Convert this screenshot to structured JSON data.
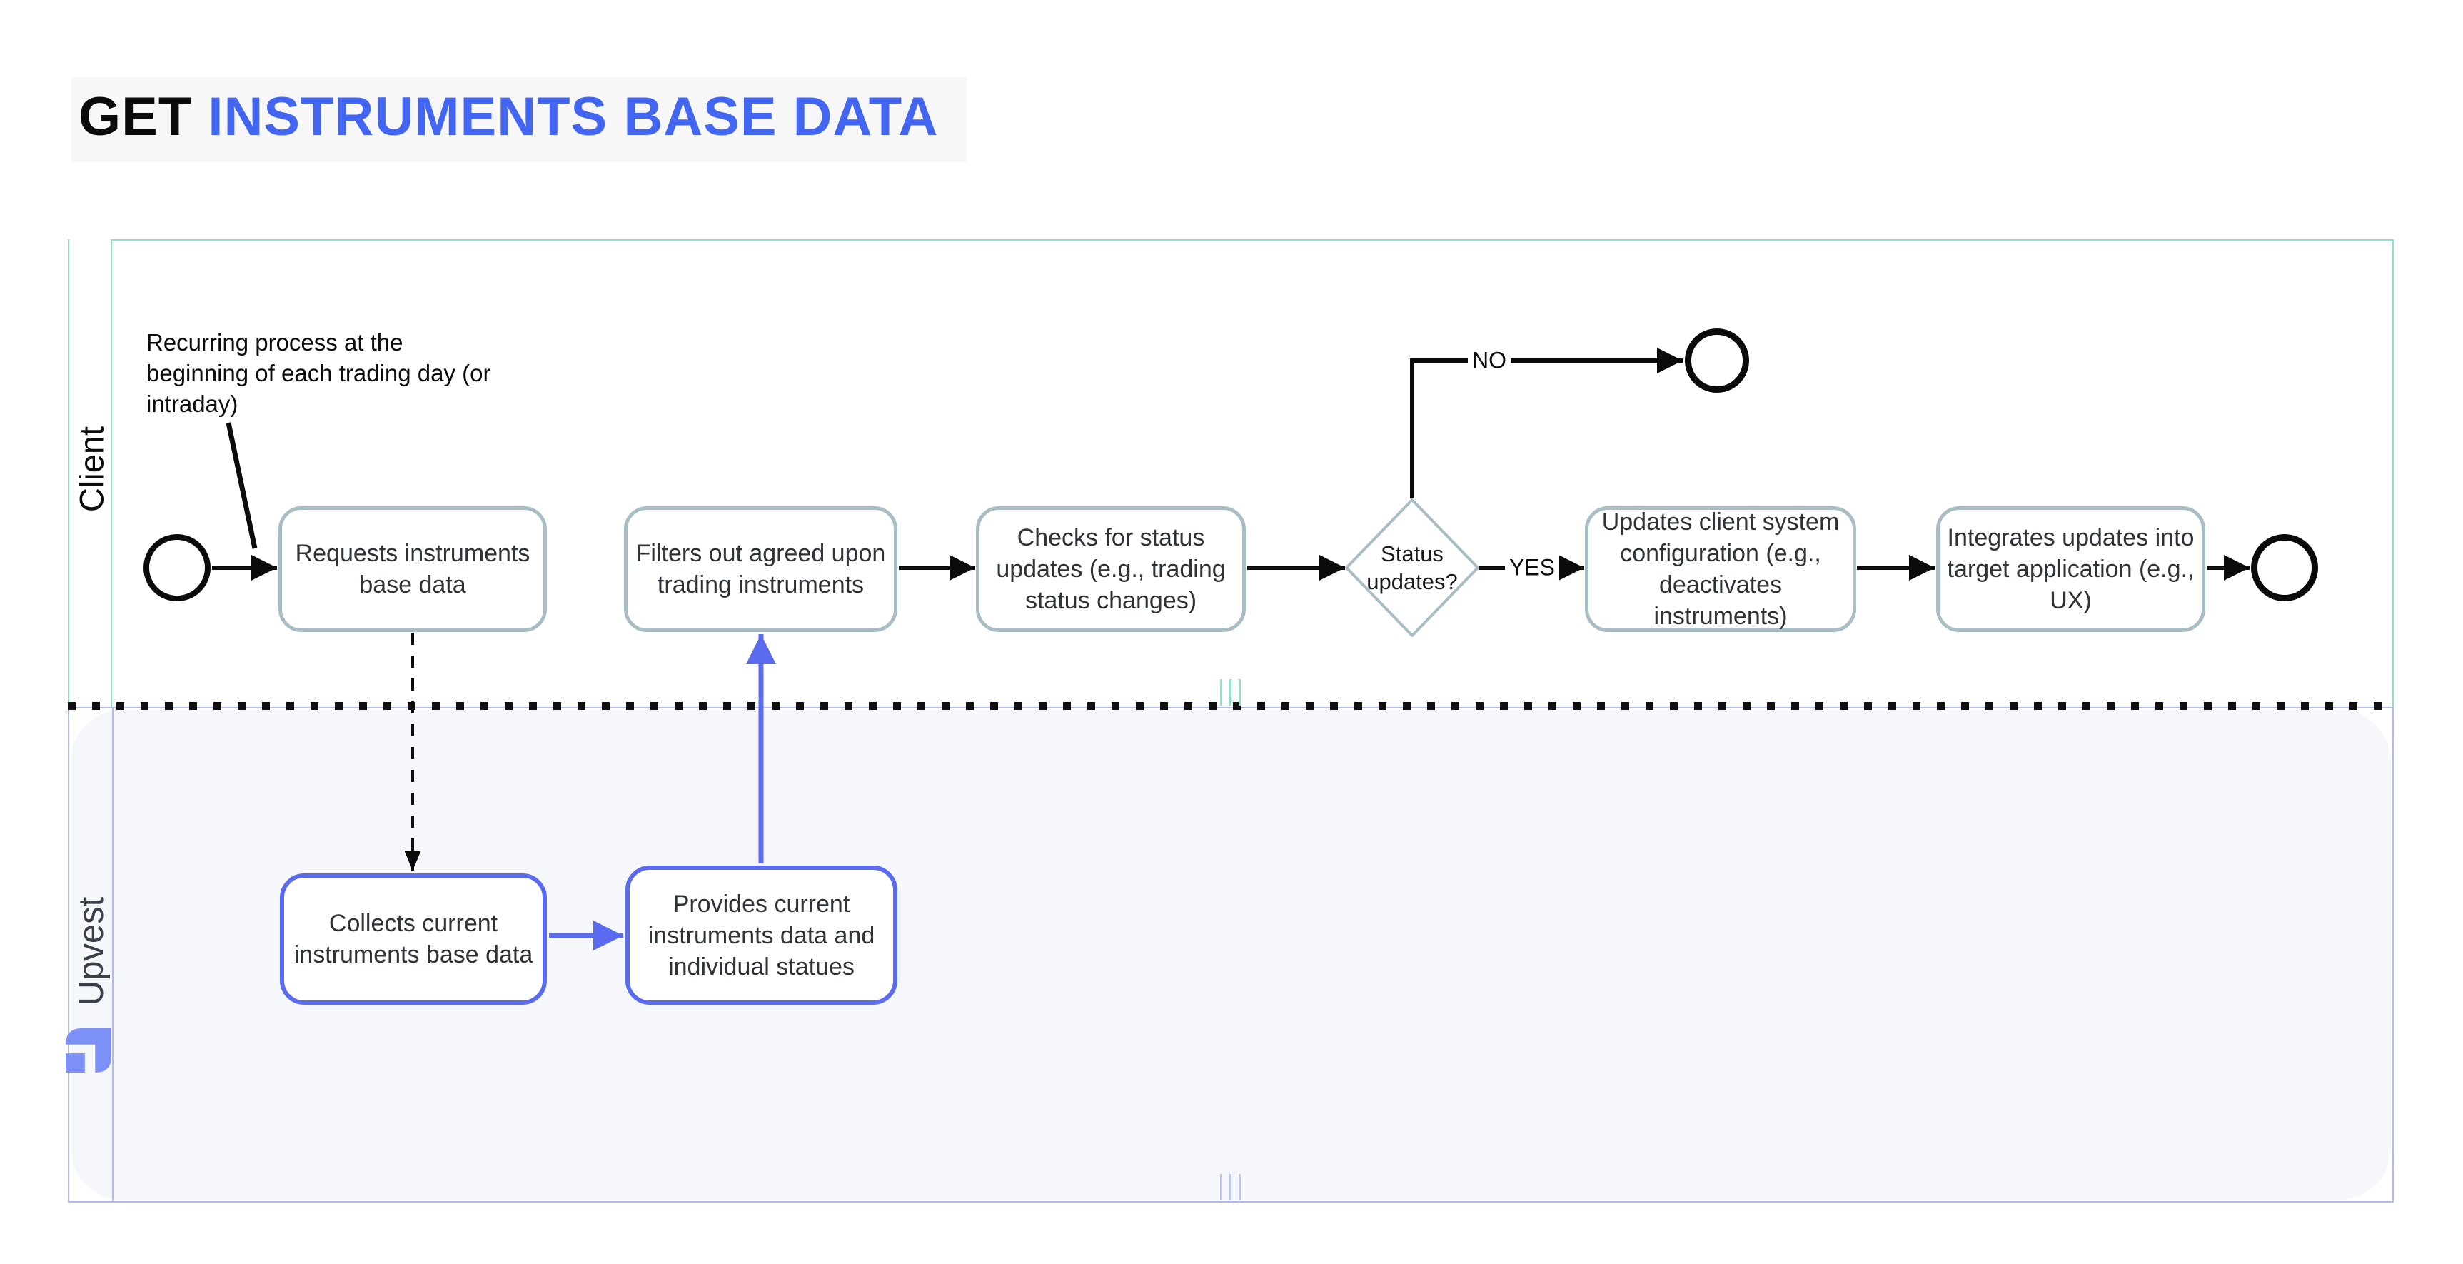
{
  "title": {
    "prefix": "GET",
    "highlight": "INSTRUMENTS BASE DATA"
  },
  "annotation": {
    "text": "Recurring process at the beginning of each trading day (or intraday)"
  },
  "lanes": {
    "client": {
      "label": "Client"
    },
    "upvest": {
      "label": "Upvest"
    }
  },
  "nodes": {
    "requests": {
      "label": "Requests instruments base data"
    },
    "filters": {
      "label": "Filters out agreed upon trading instruments"
    },
    "checks": {
      "label": "Checks for status updates (e.g., trading status changes)"
    },
    "decision": {
      "label": "Status updates?"
    },
    "updates": {
      "label": "Updates client system configuration (e.g., deactivates instruments)"
    },
    "integrates": {
      "label": "Integrates updates into target application (e.g., UX)"
    },
    "collects": {
      "label": "Collects current instruments base data"
    },
    "provides": {
      "label": "Provides current instruments data and individual statues"
    }
  },
  "edges": {
    "yes_label": "YES",
    "no_label": "NO"
  },
  "colors": {
    "title_highlight": "#4366f2",
    "title_background": "#f7f7f7",
    "client_lane_border": "#8ce3cc",
    "upvest_lane_border": "#aebbf2",
    "upvest_lane_fill": "#f5f7fa",
    "task_border_gray": "#a9bdc4",
    "task_border_blue": "#5a6bf0",
    "flow_black": "#0b0b0b",
    "flow_blue": "#5a6bf0",
    "logo_blue": "#7d90f8",
    "task_text": "#2e3338"
  }
}
